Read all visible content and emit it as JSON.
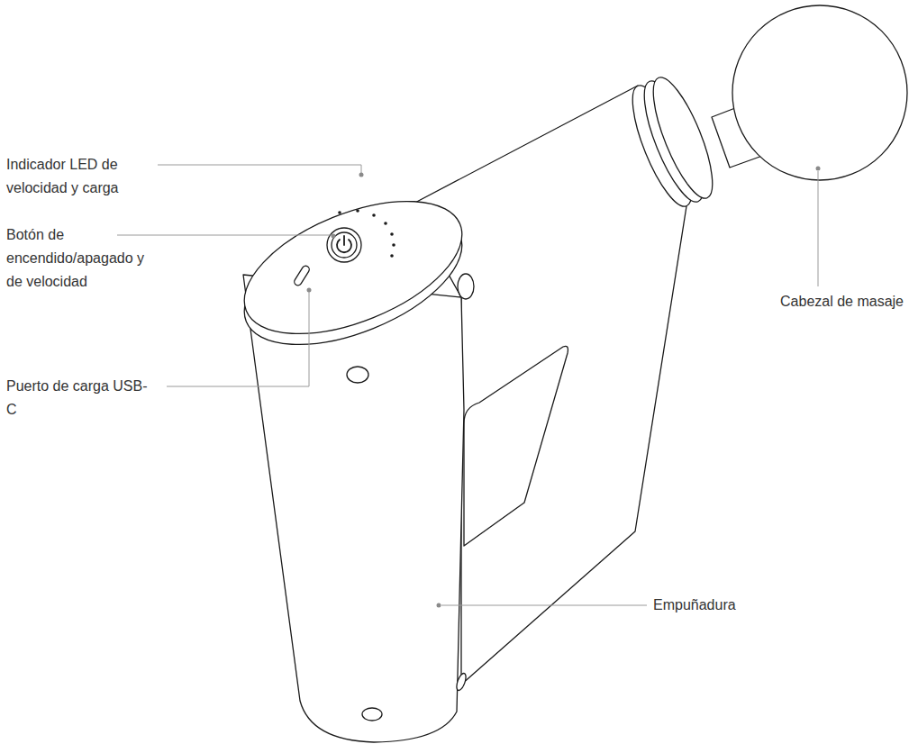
{
  "diagram": {
    "labels": [
      "Indicador LED de velocidad y carga",
      "Botón de encendido/apagado y de velocidad",
      "Puerto de carga USB-C",
      "Cabezal de masaje",
      "Empuñadura"
    ]
  }
}
